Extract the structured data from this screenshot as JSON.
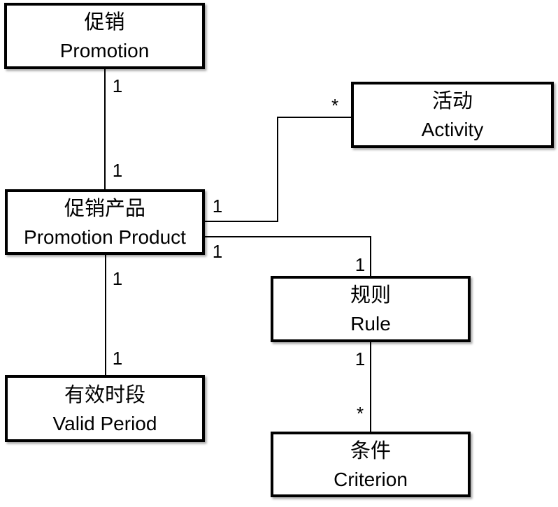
{
  "diagram": {
    "type": "entity-relationship",
    "nodes": [
      {
        "id": "promotion",
        "zh": "促销",
        "en": "Promotion"
      },
      {
        "id": "activity",
        "zh": "活动",
        "en": "Activity"
      },
      {
        "id": "promotion-product",
        "zh": "促销产品",
        "en": "Promotion Product"
      },
      {
        "id": "rule",
        "zh": "规则",
        "en": "Rule"
      },
      {
        "id": "valid-period",
        "zh": "有效时段",
        "en": "Valid Period"
      },
      {
        "id": "criterion",
        "zh": "条件",
        "en": "Criterion"
      }
    ],
    "edges": [
      {
        "from": "promotion",
        "to": "promotion-product",
        "from_label": "1",
        "to_label": "1"
      },
      {
        "from": "promotion-product",
        "to": "activity",
        "from_label": "1",
        "to_label": "*"
      },
      {
        "from": "promotion-product",
        "to": "rule",
        "from_label": "1",
        "to_label": "1"
      },
      {
        "from": "promotion-product",
        "to": "valid-period",
        "from_label": "1",
        "to_label": "1"
      },
      {
        "from": "rule",
        "to": "criterion",
        "from_label": "1",
        "to_label": "*"
      }
    ],
    "colors": {
      "line": "#000000",
      "box_border": "#000000",
      "box_bg": "#ffffff",
      "text": "#000000",
      "background": "#ffffff"
    }
  }
}
